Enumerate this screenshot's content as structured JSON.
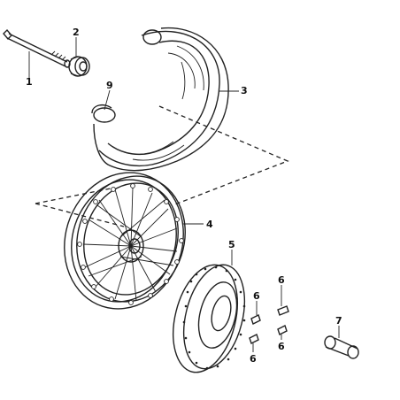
{
  "callouts": {
    "c1": "1",
    "c2": "2",
    "c3": "3",
    "c4": "4",
    "c5": "5",
    "c6a": "6",
    "c6b": "6",
    "c6c": "6",
    "c6d": "6",
    "c7": "7",
    "c9": "9"
  }
}
